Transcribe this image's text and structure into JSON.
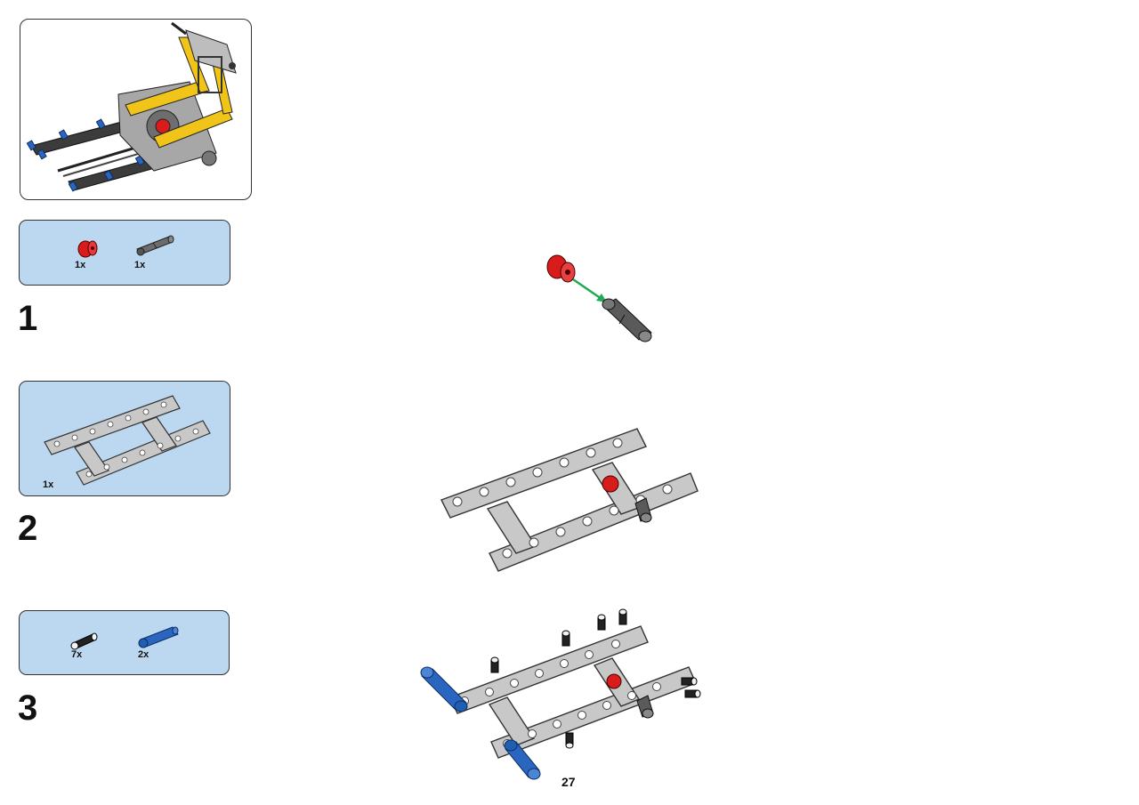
{
  "page_number": "27",
  "steps": [
    {
      "number": "1",
      "parts": [
        {
          "qty": "1x",
          "icon": "red-bush-icon"
        },
        {
          "qty": "1x",
          "icon": "gray-axle-pin-icon"
        }
      ]
    },
    {
      "number": "2",
      "parts": [
        {
          "qty": "1x",
          "icon": "gray-frame-icon"
        }
      ]
    },
    {
      "number": "3",
      "parts": [
        {
          "qty": "7x",
          "icon": "black-friction-pin-icon"
        },
        {
          "qty": "2x",
          "icon": "blue-axle-pin-icon"
        }
      ]
    }
  ],
  "colors": {
    "parts_bg": "#bcd8f1",
    "frame": "#c8c8c8",
    "red": "#d81c1c",
    "blue": "#1f5fb0",
    "yellow": "#f0c419",
    "arrow": "#1faa55"
  }
}
